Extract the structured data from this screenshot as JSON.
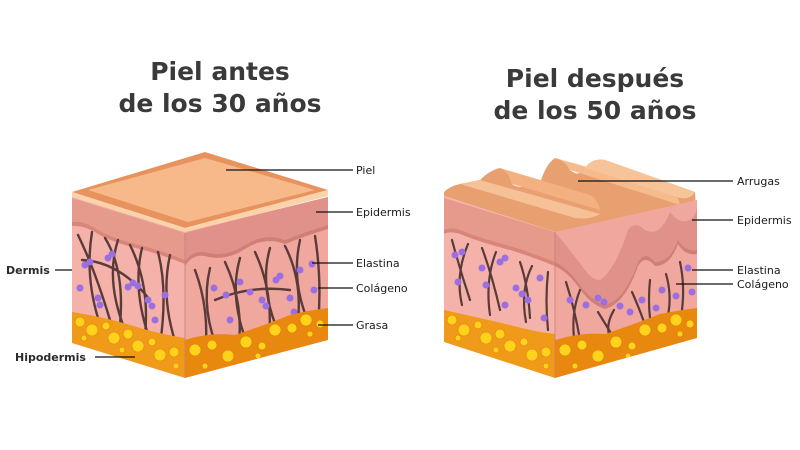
{
  "left_panel": {
    "title_line1": "Piel antes",
    "title_line2": "de los 30 años",
    "labels": {
      "piel": "Piel",
      "epidermis": "Epidermis",
      "elastina": "Elastina",
      "colageno": "Colágeno",
      "grasa": "Grasa",
      "dermis": "Dermis",
      "hipodermis": "Hipodermis"
    }
  },
  "right_panel": {
    "title_line1": "Piel después",
    "title_line2": "de los 50 años",
    "labels": {
      "arrugas": "Arrugas",
      "epidermis": "Epidermis",
      "elastina": "Elastina",
      "colageno": "Colágeno"
    }
  },
  "colors": {
    "surface": "#f7b98a",
    "surface_edge": "#e8935e",
    "epidermis": "#e59a8c",
    "dermis": "#f4b2aa",
    "dermis_dark": "#eaa096",
    "collagen": "#5b3a3a",
    "elastin": "#9b6fe0",
    "fat": "#f09a1a",
    "fat_cell": "#ffd21c",
    "title": "#3a3a3a",
    "leader_line": "#111111"
  }
}
